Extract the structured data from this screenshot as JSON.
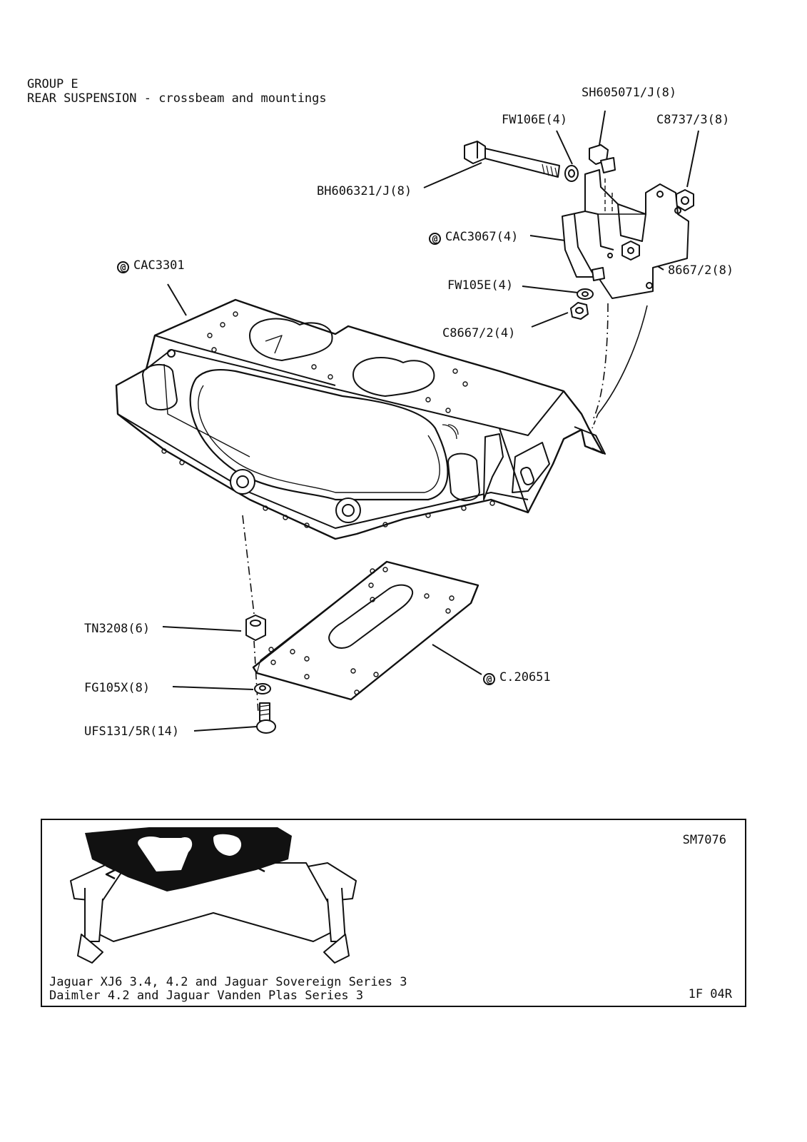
{
  "header": {
    "group": "GROUP E",
    "title": "REAR SUSPENSION - crossbeam and mountings"
  },
  "parts": {
    "sh605071": "SH605071/J(8)",
    "fw106e": "FW106E(4)",
    "c8737": "C8737/3(8)",
    "bh606321": "BH606321/J(8)",
    "cac3067": "CAC3067(4)",
    "cac3301": "CAC3301",
    "n8667": "8667/2(8)",
    "fw105e": "FW105E(4)",
    "c8667": "C8667/2(4)",
    "tn3208": "TN3208(6)",
    "c20651": "C.20651",
    "fg105x": "FG105X(8)",
    "ufs131": "UFS131/5R(14)"
  },
  "marker_symbol": "@",
  "inset": {
    "code": "SM7076",
    "models_line1": "Jaguar XJ6 3.4, 4.2 and Jaguar Sovereign Series 3",
    "models_line2": "Daimler 4.2 and Jaguar Vanden Plas Series 3",
    "ref": "1F 04R"
  }
}
